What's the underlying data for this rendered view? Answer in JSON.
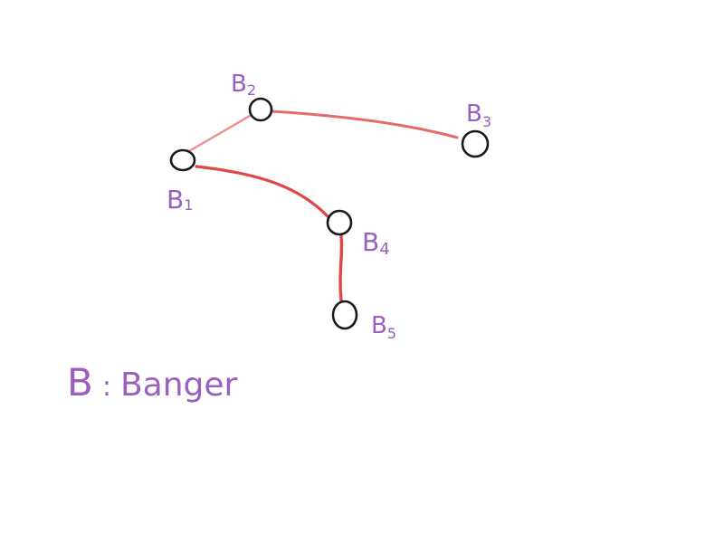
{
  "diagram": {
    "nodes": [
      {
        "id": "b1",
        "letter": "B",
        "sub": "1"
      },
      {
        "id": "b2",
        "letter": "B",
        "sub": "2"
      },
      {
        "id": "b3",
        "letter": "B",
        "sub": "3"
      },
      {
        "id": "b4",
        "letter": "B",
        "sub": "4"
      },
      {
        "id": "b5",
        "letter": "B",
        "sub": "5"
      }
    ],
    "edges": [
      {
        "from": "b1",
        "to": "b2"
      },
      {
        "from": "b2",
        "to": "b3"
      },
      {
        "from": "b1",
        "to": "b4"
      },
      {
        "from": "b4",
        "to": "b5"
      }
    ],
    "colors": {
      "label": "#9b5fc0",
      "edge_light": "#ee8f8f",
      "edge_dark": "#e04848",
      "node_stroke": "#1a1a1a"
    }
  },
  "legend": {
    "key": "B",
    "separator": ":",
    "meaning": "Banger"
  }
}
